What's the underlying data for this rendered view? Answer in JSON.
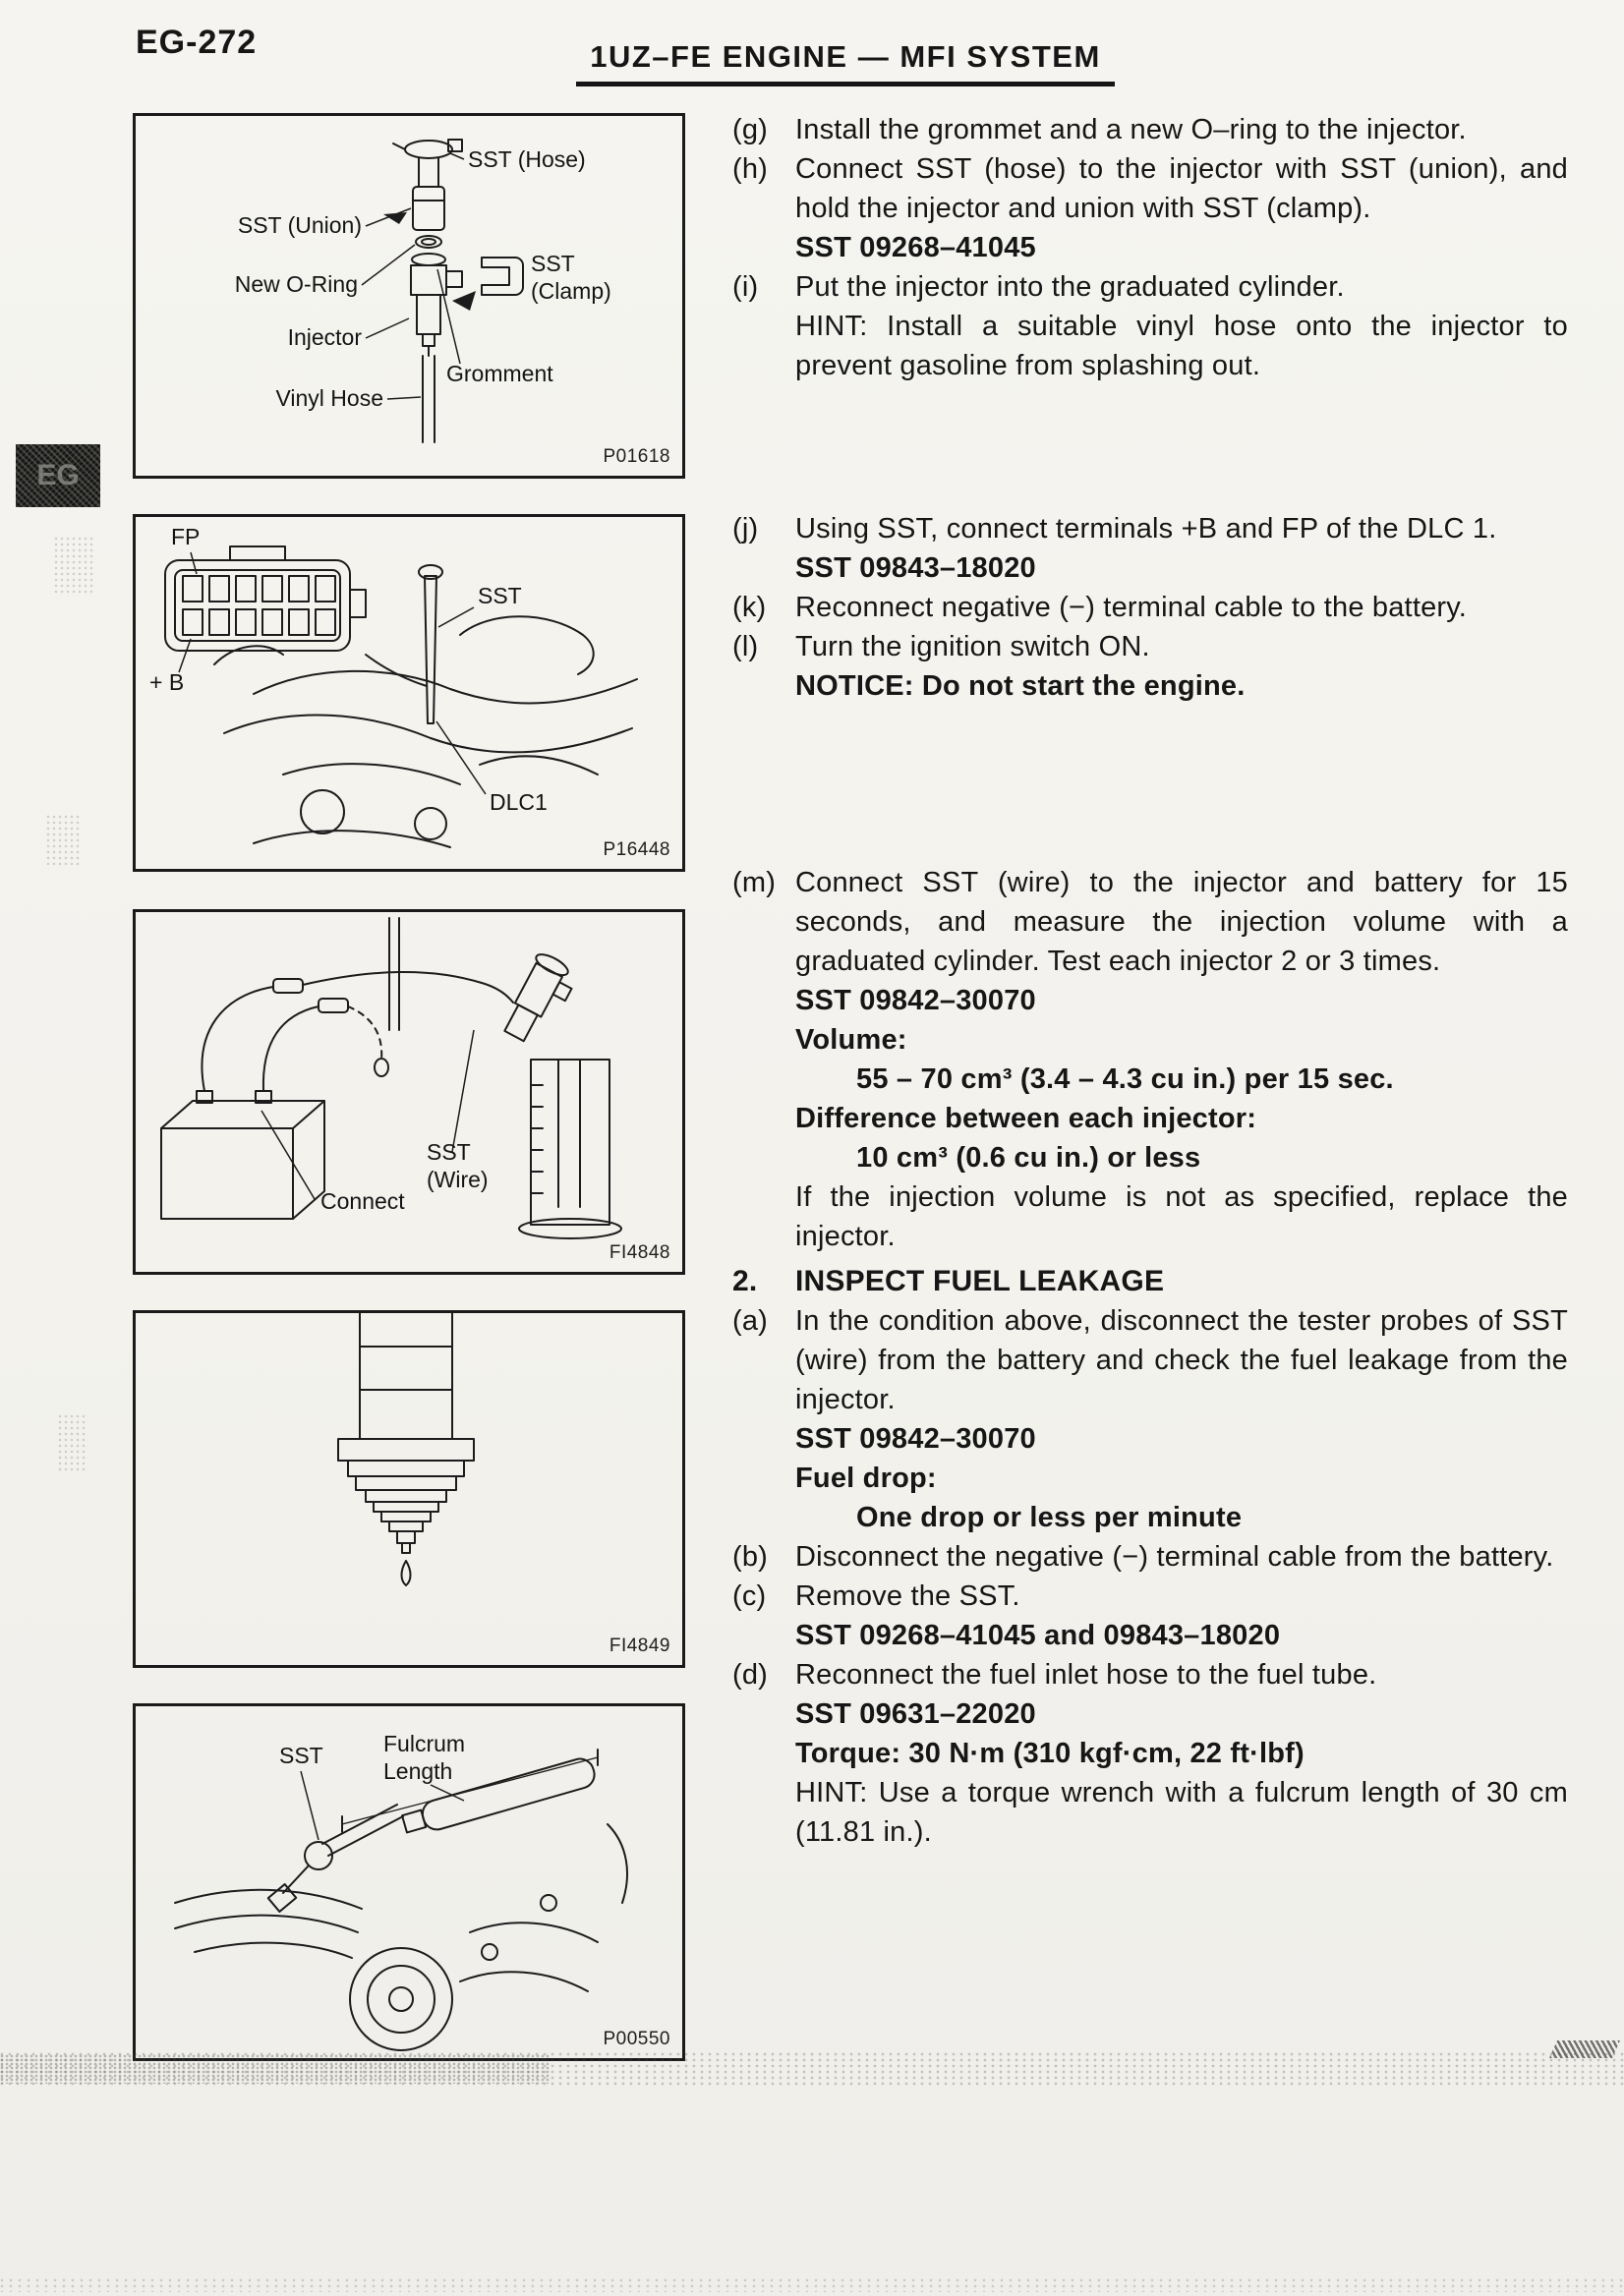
{
  "page": {
    "page_number": "EG-272",
    "header_title": "1UZ–FE ENGINE  —  MFI SYSTEM",
    "side_tab": "EG"
  },
  "figures": [
    {
      "code": "P01618",
      "labels": {
        "hose": "SST (Hose)",
        "union": "SST (Union)",
        "oring": "New O-Ring",
        "injector": "Injector",
        "vinyl": "Vinyl Hose",
        "clamp_1": "SST",
        "clamp_2": "(Clamp)",
        "grommet": "Gromment"
      }
    },
    {
      "code": "P16448",
      "labels": {
        "fp": "FP",
        "sst": "SST",
        "plus_b": "+ B",
        "dlc1": "DLC1"
      }
    },
    {
      "code": "FI4848",
      "labels": {
        "sst_1": "SST",
        "sst_2": "(Wire)",
        "connect": "Connect"
      }
    },
    {
      "code": "FI4849",
      "labels": {}
    },
    {
      "code": "P00550",
      "labels": {
        "sst": "SST",
        "fulcrum_1": "Fulcrum",
        "fulcrum_2": "Length"
      }
    }
  ],
  "instructions": {
    "g": {
      "marker": "(g)",
      "text": "Install the grommet and a new O–ring to the injector."
    },
    "h": {
      "marker": "(h)",
      "text": "Connect SST (hose) to the injector with SST (union), and hold the injector and union with SST (clamp).",
      "sst": "SST 09268–41045"
    },
    "i": {
      "marker": "(i)",
      "text": "Put the injector into the graduated cylinder.",
      "hint": "HINT: Install a suitable vinyl hose onto the injector to prevent gasoline from splashing out."
    },
    "j": {
      "marker": "(j)",
      "text": "Using SST, connect terminals +B and FP of the DLC 1.",
      "sst": "SST 09843–18020"
    },
    "k": {
      "marker": "(k)",
      "text": "Reconnect negative (−) terminal cable to the battery."
    },
    "l": {
      "marker": "(l)",
      "text": "Turn the ignition switch ON.",
      "notice": "NOTICE: Do not start the engine."
    },
    "m": {
      "marker": "(m)",
      "text": "Connect SST (wire) to the injector and battery for 15 seconds, and measure the injection volume with a graduated cylinder. Test each injector 2 or 3 times.",
      "sst": "SST 09842–30070",
      "volume_label": "Volume:",
      "volume_value": "55 – 70 cm³ (3.4 – 4.3 cu in.) per 15 sec.",
      "diff_label": "Difference between each injector:",
      "diff_value": "10 cm³ (0.6 cu in.) or less",
      "followup": "If the injection volume is not as specified, replace the injector."
    },
    "section2": {
      "number": "2.",
      "title": "INSPECT FUEL LEAKAGE"
    },
    "a": {
      "marker": "(a)",
      "text": "In the condition above, disconnect the tester probes of SST (wire) from the battery and check the fuel leakage from the injector.",
      "sst": "SST 09842–30070",
      "drop_label": "Fuel drop:",
      "drop_value": "One drop or less per minute"
    },
    "b": {
      "marker": "(b)",
      "text": "Disconnect the negative (−) terminal cable from the battery."
    },
    "c": {
      "marker": "(c)",
      "text": "Remove the SST.",
      "sst": "SST 09268–41045 and 09843–18020"
    },
    "d": {
      "marker": "(d)",
      "text": "Reconnect the fuel inlet hose to the fuel tube.",
      "sst": "SST 09631–22020",
      "torque": "Torque: 30 N·m (310 kgf·cm, 22 ft·lbf)",
      "hint": "HINT: Use a torque wrench with a fulcrum length of 30 cm (11.81 in.)."
    }
  }
}
